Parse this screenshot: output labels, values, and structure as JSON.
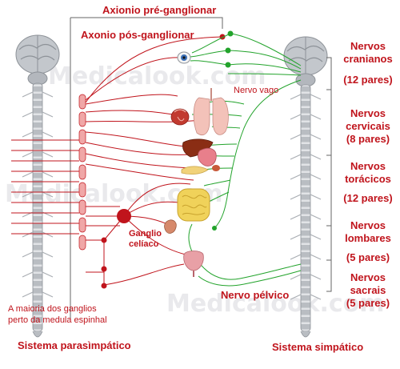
{
  "watermark": "Medicalook.com",
  "labels": {
    "axon_pre": "Axionio pré-ganglionar",
    "axon_post": "Axonio pós-ganglionar",
    "vagus": "Nervo vago",
    "celiac_line1": "Ganglio",
    "celiac_line2": "celíaco",
    "ganglia_line1": "A maioria dos ganglios",
    "ganglia_line2": "perto da medula espinhal",
    "pelvic": "Nervo pélvico",
    "parasympathetic": "Sistema parasìmpático",
    "sympathetic": "Sistema simpático"
  },
  "nerve_groups": [
    {
      "name_line1": "Nervos",
      "name_line2": "cranianos",
      "count": "(12 pares)"
    },
    {
      "name_line1": "Nervos",
      "name_line2": "cervicais",
      "count": "(8 pares)"
    },
    {
      "name_line1": "Nervos",
      "name_line2": "torácicos",
      "count": "(12 pares)"
    },
    {
      "name_line1": "Nervos",
      "name_line2": "lombares",
      "count": "(5 pares)"
    },
    {
      "name_line1": "Nervos",
      "name_line2": "sacrais",
      "count": "(5 pares)"
    }
  ],
  "colors": {
    "sympathetic_red": "#c0141c",
    "parasympathetic_green": "#22a32b",
    "label_red": "#c0141c",
    "spine_gray": "#9ea2a8",
    "brain_gray": "#c3c7cc"
  },
  "icons": [
    "brain-icon",
    "eye-icon",
    "lungs-icon",
    "heart-icon",
    "liver-icon",
    "stomach-icon",
    "pancreas-icon",
    "intestine-icon",
    "kidney-icon",
    "bladder-icon"
  ]
}
